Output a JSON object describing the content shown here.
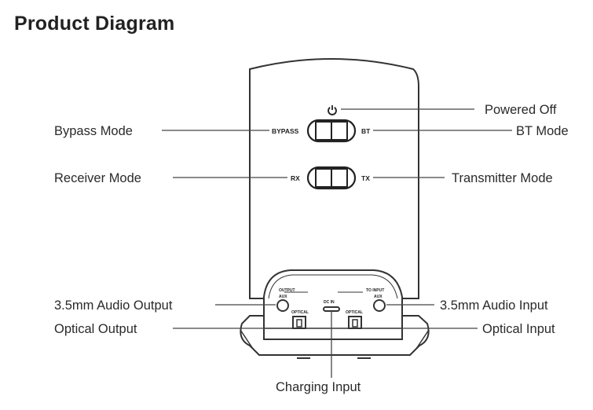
{
  "title": "Product Diagram",
  "labels": {
    "powered_off": "Powered Off",
    "bypass_mode": "Bypass Mode",
    "bt_mode": "BT Mode",
    "receiver_mode": "Receiver Mode",
    "transmitter_mode": "Transmitter Mode",
    "audio_output": "3.5mm Audio Output",
    "audio_input": "3.5mm Audio Input",
    "optical_output": "Optical Output",
    "optical_input": "Optical Input",
    "charging_input": "Charging Input"
  },
  "device_text": {
    "bypass": "BYPASS",
    "bt": "BT",
    "rx": "RX",
    "tx": "TX",
    "dc_in": "DC IN",
    "aux_left": "AUX",
    "aux_right": "AUX",
    "optical_left": "OPTICAL",
    "optical_right": "OPTICAL",
    "output_header": "OUTPUT",
    "input_header": "TO INPUT"
  }
}
